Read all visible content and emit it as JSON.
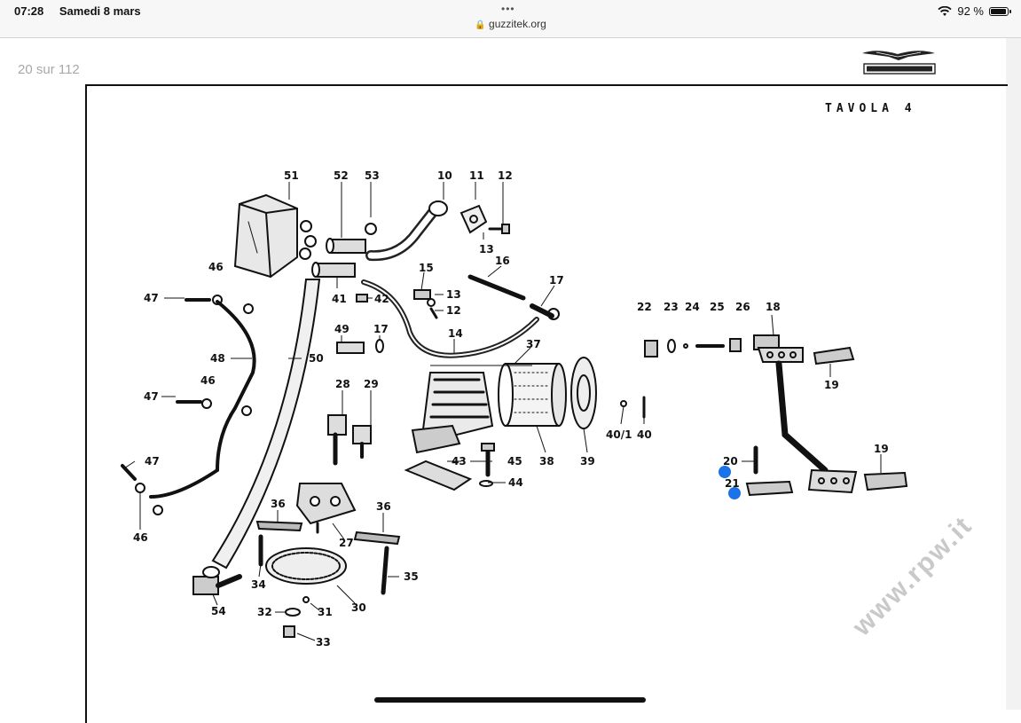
{
  "status_bar": {
    "time": "07:28",
    "date": "Samedi 8 mars",
    "battery": "92 %"
  },
  "browser": {
    "url": "guzzitek.org",
    "menu_dots": "•••"
  },
  "viewer": {
    "page_counter": "20 sur 112"
  },
  "brand": {
    "name": "MOTO GUZZI"
  },
  "sheet": {
    "title": "TAVOLA 4"
  },
  "watermark": "www.rpw.it",
  "colors": {
    "selection": "#1a73e8",
    "ink": "#111111"
  },
  "part_labels": [
    "51",
    "52",
    "53",
    "10",
    "11",
    "12",
    "13",
    "46",
    "47",
    "41",
    "42",
    "15",
    "13",
    "12",
    "16",
    "17",
    "49",
    "17",
    "14",
    "48",
    "50",
    "37",
    "22",
    "23",
    "24",
    "25",
    "26",
    "18",
    "19",
    "47",
    "46",
    "28",
    "29",
    "40/1",
    "40",
    "47",
    "43",
    "45",
    "44",
    "38",
    "39",
    "20",
    "21",
    "19",
    "46",
    "36",
    "36",
    "27",
    "34",
    "35",
    "30",
    "54",
    "32",
    "31",
    "33"
  ]
}
